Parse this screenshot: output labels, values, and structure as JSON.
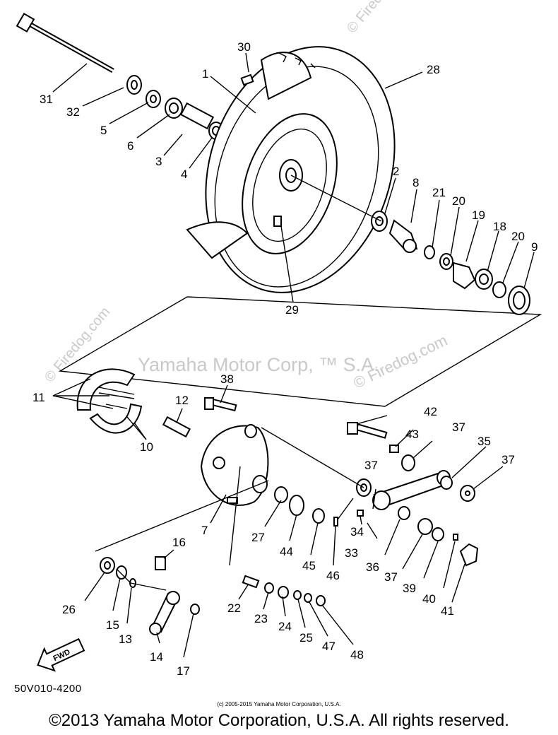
{
  "watermarks": {
    "center": "Yamaha Motor Corp, ™ S.A.",
    "diag_right": "© Firedog.com",
    "diag_left": "© Firedog.com",
    "top": "© Firedog"
  },
  "diagram_code": "50V010-4200",
  "small_copyright": "(c) 2005-2015 Yamaha Motor Corporation, U.S.A.",
  "copyright": "©2013 Yamaha Motor Corporation, U.S.A. All rights reserved.",
  "fwd_label": "FWD",
  "callouts": [
    "1",
    "2",
    "3",
    "4",
    "5",
    "6",
    "7",
    "8",
    "9",
    "10",
    "11",
    "12",
    "13",
    "14",
    "15",
    "16",
    "17",
    "18",
    "19",
    "20",
    "20",
    "21",
    "22",
    "23",
    "24",
    "25",
    "26",
    "27",
    "28",
    "29",
    "30",
    "31",
    "32",
    "33",
    "34",
    "35",
    "36",
    "37",
    "37",
    "37",
    "37",
    "38",
    "39",
    "40",
    "41",
    "42",
    "43",
    "44",
    "45",
    "46",
    "47",
    "48"
  ]
}
